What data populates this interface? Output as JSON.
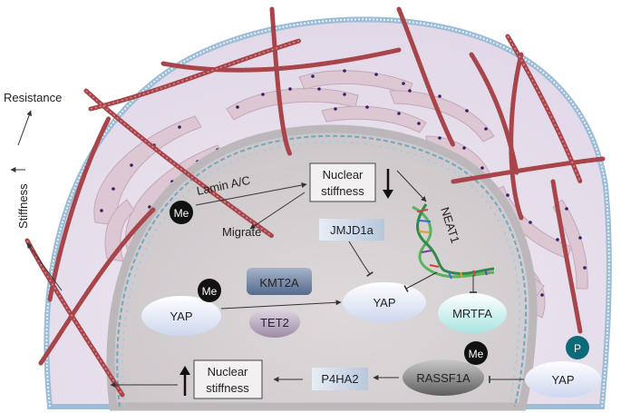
{
  "labels": {
    "resistance": "Resistance",
    "stiffness_side": "Stiffness",
    "lamin": "Lamin A/C",
    "migrate": "Migrate",
    "nuclear_stiffness_top": [
      "Nuclear",
      "stiffness"
    ],
    "nuclear_stiffness_bottom": [
      "Nuclear",
      "stiffness"
    ],
    "neat1": "NEAT1",
    "jmjd1a": "JMJD1a",
    "kmt2a": "KMT2A",
    "tet2": "TET2",
    "yap_left": "YAP",
    "yap_center": "YAP",
    "yap_right": "YAP",
    "mrtfa": "MRTFA",
    "rassf1a": "RASSF1A",
    "p4ha2": "P4HA2",
    "me": "Me",
    "phospho": "P"
  },
  "colors": {
    "cytoplasm": "#ece5ee",
    "nucleus": "#d7d2d4",
    "actin": "#a8454b",
    "er": "#dcc7d2",
    "er_dots": "#3a1d6b",
    "membrane": "#a9c6de",
    "yap": "#dde5f4",
    "mrtfa": "#cdeeee",
    "kmt2a": "#6c7fa0",
    "tet2": "#b9a7bf",
    "box": "#c6d3e4",
    "rassf1a": "#707070",
    "me_badge": "#111111",
    "p_badge": "#0e6a78"
  }
}
